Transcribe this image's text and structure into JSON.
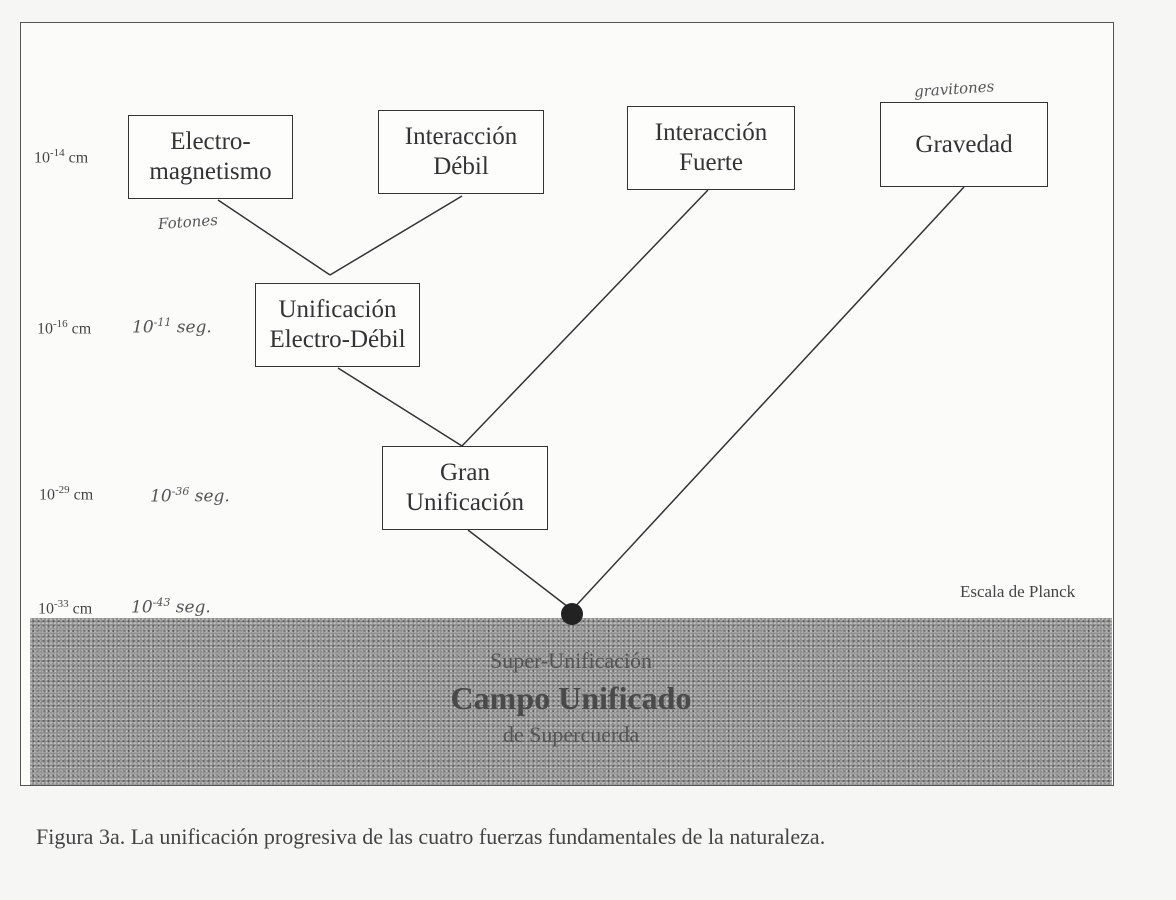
{
  "boxes": {
    "electromagnetism": {
      "line1": "Electro-",
      "line2": "magnetismo"
    },
    "weak": {
      "line1": "Interacción",
      "line2": "Débil"
    },
    "strong": {
      "line1": "Interacción",
      "line2": "Fuerte"
    },
    "gravity": {
      "line1": "Gravedad"
    },
    "electroweak": {
      "line1": "Unificación",
      "line2": "Electro-Débil"
    },
    "grand": {
      "line1": "Gran",
      "line2": "Unificación"
    }
  },
  "scales": [
    {
      "base": "10",
      "exp": "-14",
      "unit": "cm"
    },
    {
      "base": "10",
      "exp": "-16",
      "unit": "cm"
    },
    {
      "base": "10",
      "exp": "-29",
      "unit": "cm"
    },
    {
      "base": "10",
      "exp": "-33",
      "unit": "cm"
    }
  ],
  "annotations": {
    "fotones": "Fotones",
    "gravitones": "gravitones",
    "times": [
      {
        "base": "10",
        "exp": "-11",
        "unit": "seg."
      },
      {
        "base": "10",
        "exp": "-36",
        "unit": "seg."
      },
      {
        "base": "10",
        "exp": "-43",
        "unit": "seg."
      }
    ]
  },
  "planck": {
    "label": "Escala de Planck",
    "line1": "Super-Unificación",
    "line2": "Campo Unificado",
    "line3": "de Supercuerda"
  },
  "caption": {
    "prefix": "Figura 3a.",
    "text": " La unificación progresiva de las cuatro fuerzas fundamentales de la naturaleza."
  },
  "colors": {
    "band": "#8e8e8e",
    "ink": "#333333"
  }
}
